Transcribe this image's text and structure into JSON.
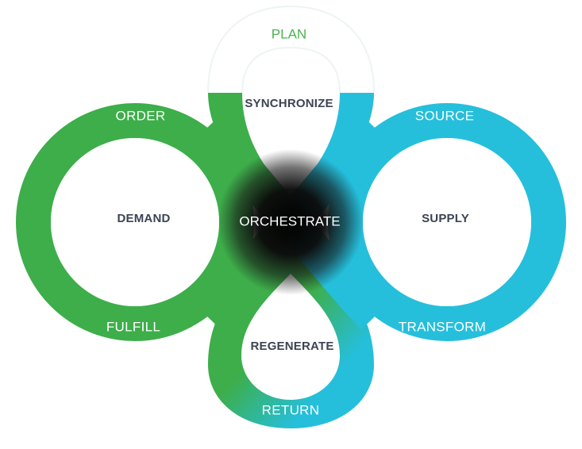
{
  "diagram": {
    "center": "ORCHESTRATE",
    "top": {
      "outer": "PLAN",
      "inner": "SYNCHRONIZE"
    },
    "left": {
      "inner": "DEMAND",
      "top": "ORDER",
      "bottom": "FULFILL"
    },
    "right": {
      "inner": "SUPPLY",
      "top": "SOURCE",
      "bottom": "TRANSFORM"
    },
    "bottom": {
      "outer": "RETURN",
      "inner": "REGENERATE"
    }
  },
  "colors": {
    "demand_green": "#3dae4a",
    "supply_blue": "#25bfdc",
    "plan_green_text": "#4ab34f",
    "inner_text": "#3b4453",
    "center_dark": "#0a0a0a"
  }
}
